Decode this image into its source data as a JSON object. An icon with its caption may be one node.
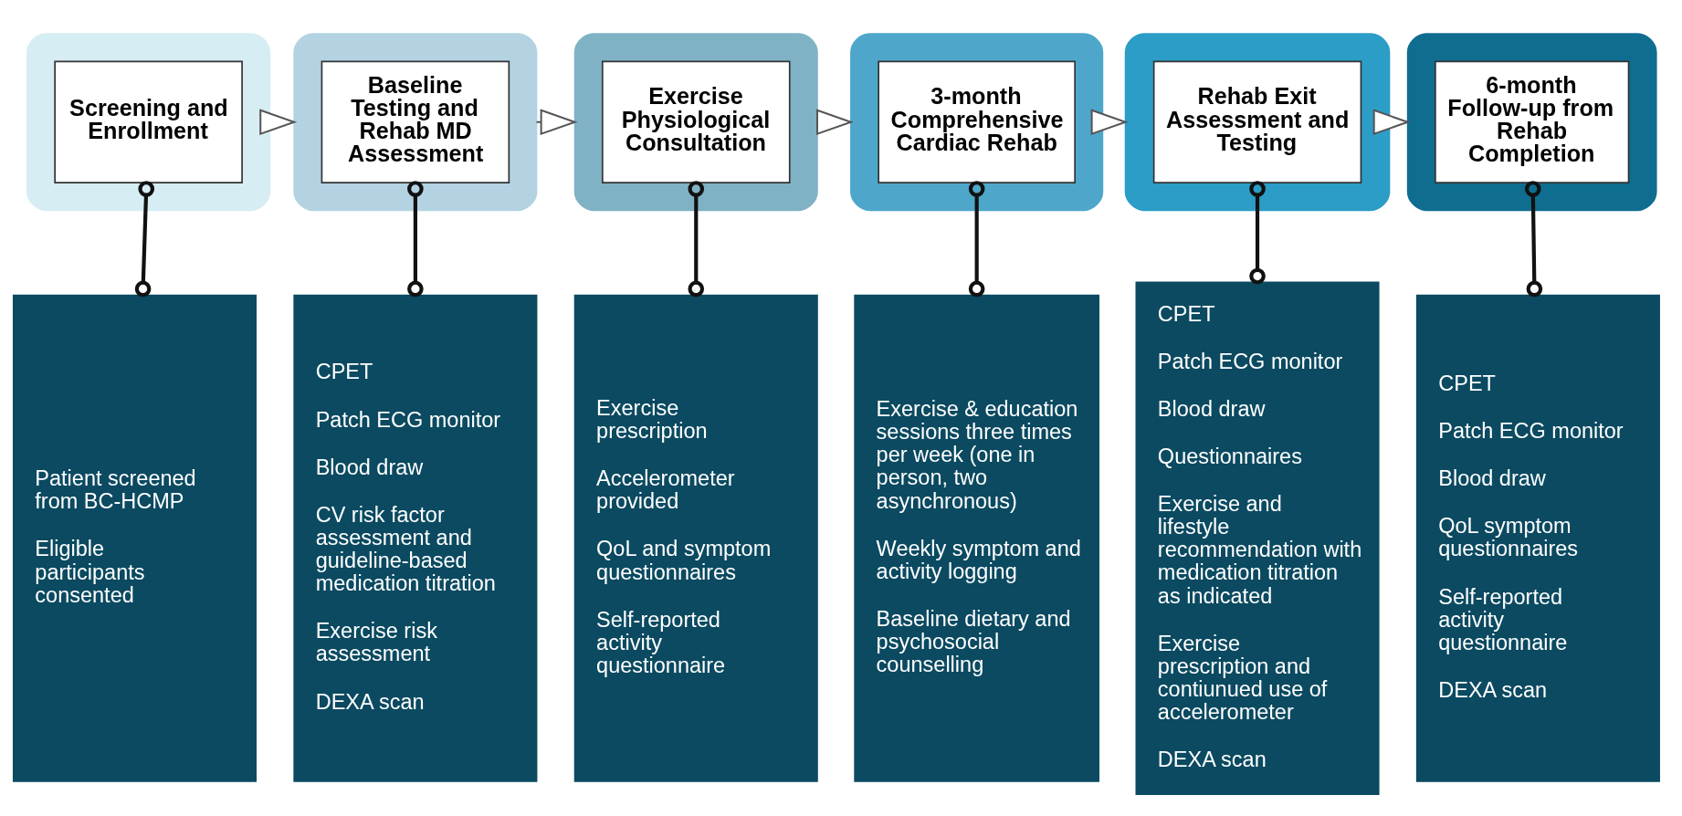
{
  "diagram": {
    "nodes": [
      {
        "text": [],
        "shape": "box"
      },
      {
        "text": [
          "Screening and Enrollment"
        ],
        "in": 0
      },
      {
        "text": [],
        "shape": "box"
      },
      {
        "text": [
          "Baseline Testing and Rehab MD Assessment"
        ],
        "in": 2
      },
      {
        "text": [],
        "shape": "box"
      },
      {
        "text": [
          "Exercise Physiological Consultation"
        ],
        "in": 4
      },
      {
        "text": [],
        "shape": "box"
      },
      {
        "text": [
          "3-month Comprehensive Cardiac Rehab"
        ],
        "in": 6
      },
      {
        "text": [],
        "shape": "box"
      },
      {
        "text": [
          "Rehab Exit Assessment and Testing"
        ],
        "in": 8
      },
      {
        "text": [],
        "shape": "box"
      },
      {
        "text": [
          "6-month Follow-up from Rehab Completion"
        ],
        "in": 10
      },
      {
        "text": [
          "Patient screened from BC-HCMP",
          "Eligible participants consented"
        ]
      },
      {
        "text": [
          "CPET",
          "Patch ECG monitor",
          "Blood draw",
          "CV risk factor assessment and guideline-based medication titration",
          "Exercise risk assessment",
          "DEXA scan"
        ]
      },
      {
        "text": [
          "Exercise prescription",
          "Accelerometer provided",
          "QoL and symptom questionnaires",
          "Self-reported activity questionnaire"
        ]
      },
      {
        "text": [
          "Exercise & education sessions three times per week (one in person, two asynchronous)",
          "Weekly symptom and activity logging",
          "Baseline dietary and psychosocial counselling"
        ]
      },
      {
        "text": [
          "CPET",
          "Patch ECG monitor",
          "Blood draw",
          "Questionnaires",
          "Exercise and lifestyle recommendation with medication titration as indicated",
          "Exercise prescription and contiunued use of accelerometer",
          "DEXA scan"
        ]
      },
      {
        "text": [
          "CPET",
          "Patch ECG monitor",
          "Blood draw",
          "QoL symptom questionnaires",
          "Self-reported activity questionnaire",
          "DEXA scan"
        ]
      }
    ],
    "edges": [
      {
        "from": 0,
        "to": 2,
        "arrow": "to"
      },
      {
        "from": 2,
        "to": 4,
        "arrow": "to"
      },
      {
        "from": 4,
        "to": 6,
        "arrow": "to"
      },
      {
        "from": 6,
        "to": 8,
        "arrow": "to"
      },
      {
        "from": 8,
        "to": 10,
        "arrow": "to"
      },
      {
        "from": 1,
        "to": 12,
        "arrow": "other"
      },
      {
        "from": 3,
        "to": 13,
        "arrow": "other"
      },
      {
        "from": 5,
        "to": 14,
        "arrow": "other"
      },
      {
        "from": 7,
        "to": 15,
        "arrow": "other"
      },
      {
        "from": 9,
        "to": 16,
        "arrow": "other"
      },
      {
        "from": 11,
        "to": 17,
        "arrow": "other"
      }
    ]
  }
}
